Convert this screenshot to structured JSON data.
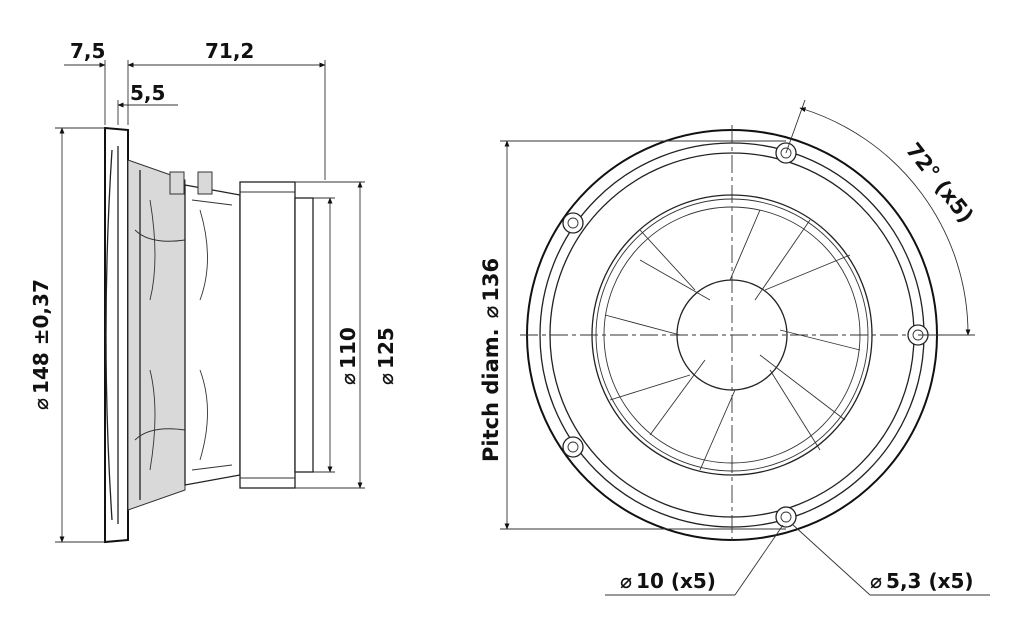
{
  "colors": {
    "line": "#222222",
    "text": "#111111",
    "fill": "#d9d9d9",
    "background": "#ffffff"
  },
  "side_view": {
    "dim_top_left": "7,5",
    "dim_top_right": "71,2",
    "dim_flange": "5,5",
    "dim_outer": "148 ±0,37",
    "dim_magnet_inner": "110",
    "dim_magnet_outer": "125"
  },
  "front_view": {
    "pitch_label": "Pitch diam.",
    "pitch_value": "136",
    "angle_label": "72° (x5)",
    "hole_outer_label": "10 (x5)",
    "hole_inner_label": "5,3 (x5)"
  },
  "symbols": {
    "diameter": "⌀"
  }
}
